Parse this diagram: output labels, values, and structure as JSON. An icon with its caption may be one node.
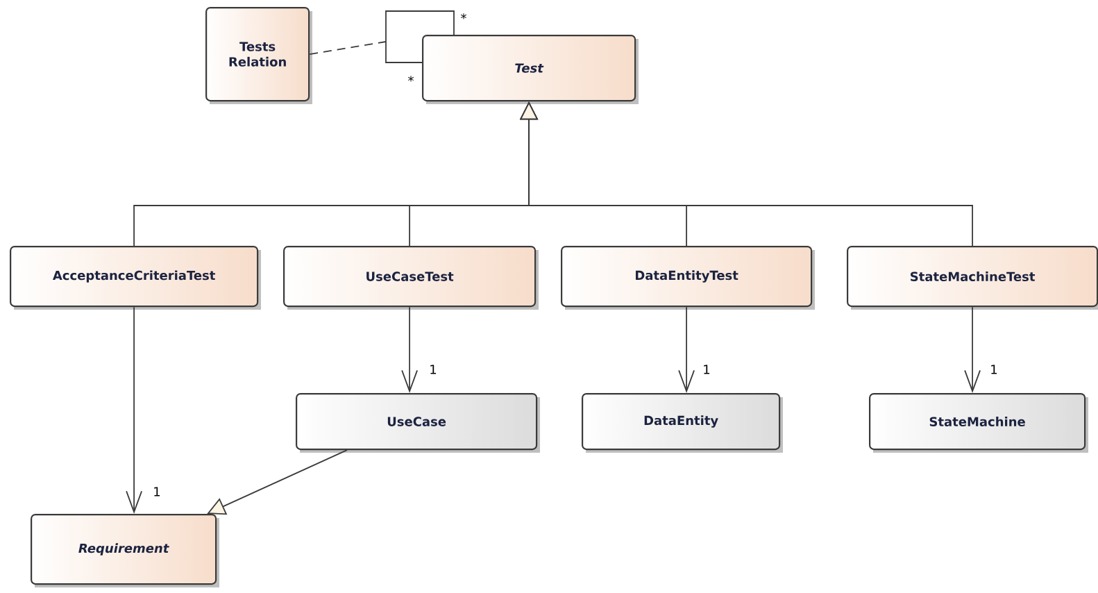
{
  "diagram": {
    "nodes": [
      {
        "text": [
          "Tests Relation"
        ]
      },
      {
        "text": [
          "Test"
        ]
      },
      {
        "text": [
          "AcceptanceCriteriaTest"
        ]
      },
      {
        "text": [
          "UseCaseTest"
        ]
      },
      {
        "text": [
          "DataEntityTest"
        ]
      },
      {
        "text": [
          "StateMachineTest"
        ]
      },
      {
        "text": [
          "UseCase"
        ]
      },
      {
        "text": [
          "DataEntity"
        ]
      },
      {
        "text": [
          "StateMachine"
        ]
      },
      {
        "text": [
          "Requirement"
        ]
      }
    ],
    "edges": [
      {
        "from": 1,
        "to": 1,
        "arrow": "none",
        "label": "*"
      },
      {
        "from": 0,
        "to": null,
        "arrow": "none",
        "style": "dashed"
      },
      {
        "from": 2,
        "to": 1,
        "arrow": "to"
      },
      {
        "from": 3,
        "to": 1,
        "arrow": "to"
      },
      {
        "from": 4,
        "to": 1,
        "arrow": "to"
      },
      {
        "from": 5,
        "to": 1,
        "arrow": "to"
      },
      {
        "from": 3,
        "to": 6,
        "arrow": "to",
        "label": "1"
      },
      {
        "from": 4,
        "to": 7,
        "arrow": "to",
        "label": "1"
      },
      {
        "from": 5,
        "to": 8,
        "arrow": "to",
        "label": "1"
      },
      {
        "from": 2,
        "to": 9,
        "arrow": "to",
        "label": "1"
      },
      {
        "from": 6,
        "to": 9,
        "arrow": "to"
      }
    ],
    "labels": [
      "*"
    ]
  }
}
